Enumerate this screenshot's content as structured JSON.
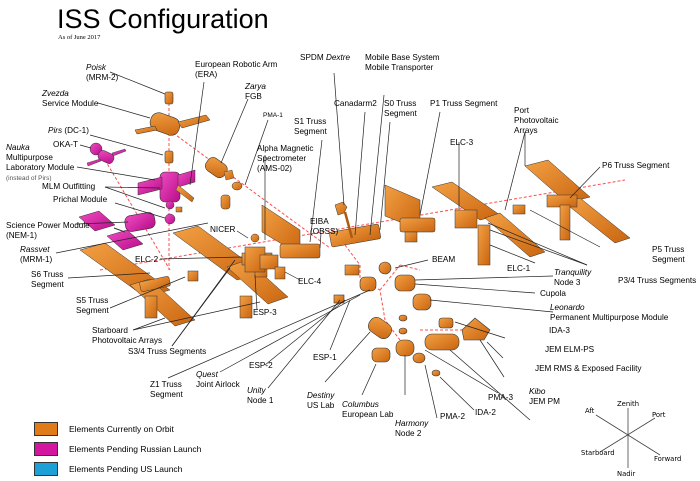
{
  "header": {
    "title": "ISS Configuration",
    "subtitle": "As of June 2017"
  },
  "colors": {
    "on_orbit": "#e07b1a",
    "pending_russian": "#d4159f",
    "pending_us": "#1da0d6",
    "connector": "#ff4d4d",
    "leader": "#222222"
  },
  "labels": {
    "poisk": {
      "name": "Poisk",
      "sub": "(MRM-2)"
    },
    "zvezda": {
      "name": "Zvezda",
      "sub": "Service Module"
    },
    "pirs": {
      "name": "Pirs",
      "sub": "(DC-1)"
    },
    "okat": "OKA-T",
    "nauka": {
      "name": "Nauka",
      "sub1": "Multipurpose",
      "sub2": "Laboratory Module",
      "note": "(instead of Pirs)"
    },
    "mlm_outfitting": "MLM Outfitting",
    "prichal": "Prichal Module",
    "spm": {
      "line1": "Science Power Module",
      "line2": "(NEM-1)"
    },
    "rassvet": {
      "name": "Rassvet",
      "sub": "(MRM-1)"
    },
    "s6": {
      "line1": "S6 Truss",
      "line2": "Segment"
    },
    "s5": {
      "line1": "S5 Truss",
      "line2": "Segment"
    },
    "starboard_pv": {
      "line1": "Starboard",
      "line2": "Photovoltaic Arrays"
    },
    "s34": "S3/4 Truss Segments",
    "z1": {
      "line1": "Z1 Truss",
      "line2": "Segment"
    },
    "quest": {
      "name": "Quest",
      "sub": "Joint Airlock"
    },
    "esp2": "ESP-2",
    "unity": {
      "name": "Unity",
      "sub": "Node 1"
    },
    "esp1": "ESP-1",
    "destiny": {
      "name": "Destiny",
      "sub": "US Lab"
    },
    "columbus": {
      "name": "Columbus",
      "sub": "European Lab"
    },
    "harmony": {
      "name": "Harmony",
      "sub": "Node 2"
    },
    "pma2": "PMA-2",
    "ida2": "IDA-2",
    "pma3": "PMA-3",
    "kibo": {
      "name": "Kibo",
      "sub": "JEM PM"
    },
    "jem_rms": "JEM RMS & Exposed Facility",
    "jem_elm": "JEM ELM-PS",
    "ida3": "IDA-3",
    "leonardo": {
      "name": "Leonardo",
      "sub": "Permanent Multipurpose Module"
    },
    "cupola": "Cupola",
    "tranquility": {
      "name": "Tranquility",
      "sub": "Node 3"
    },
    "p34": "P3/4 Truss Segments",
    "p5": {
      "line1": "P5 Truss",
      "line2": "Segment"
    },
    "elc1": "ELC-1",
    "beam": "BEAM",
    "p6": "P6 Truss Segment",
    "port_pv": {
      "line1": "Port",
      "line2": "Photovoltaic",
      "line3": "Arrays"
    },
    "elc3": "ELC-3",
    "p1": "P1 Truss Segment",
    "s0": {
      "line1": "S0 Truss",
      "line2": "Segment"
    },
    "mbs": {
      "line1": "Mobile Base System",
      "line2": "Mobile Transporter"
    },
    "canadarm2": "Canadarm2",
    "dextre": {
      "prefix": "SPDM",
      "name": "Dextre"
    },
    "s1": {
      "line1": "S1 Truss",
      "line2": "Segment"
    },
    "ams": {
      "line1": "Alpha Magnetic",
      "line2": "Spectrometer",
      "line3": "(AMS-02)"
    },
    "pma1": "PMA-1",
    "zarya": {
      "name": "Zarya",
      "sub": "FGB"
    },
    "era": {
      "line1": "European Robotic Arm",
      "line2": "(ERA)"
    },
    "eiba": {
      "line1": "EIBA",
      "line2": "(OBSS)"
    },
    "nicer": "NICER",
    "elc2": "ELC-2",
    "elc4": "ELC-4",
    "esp3": "ESP-3"
  },
  "legend": [
    {
      "label": "Elements Currently on Orbit",
      "color": "#e07b1a"
    },
    {
      "label": "Elements Pending Russian Launch",
      "color": "#d4159f"
    },
    {
      "label": "Elements Pending US Launch",
      "color": "#1da0d6"
    }
  ],
  "compass": {
    "zenith": "Zenith",
    "nadir": "Nadir",
    "aft": "Aft",
    "port": "Port",
    "starboard": "Starboard",
    "forward": "Forward"
  }
}
